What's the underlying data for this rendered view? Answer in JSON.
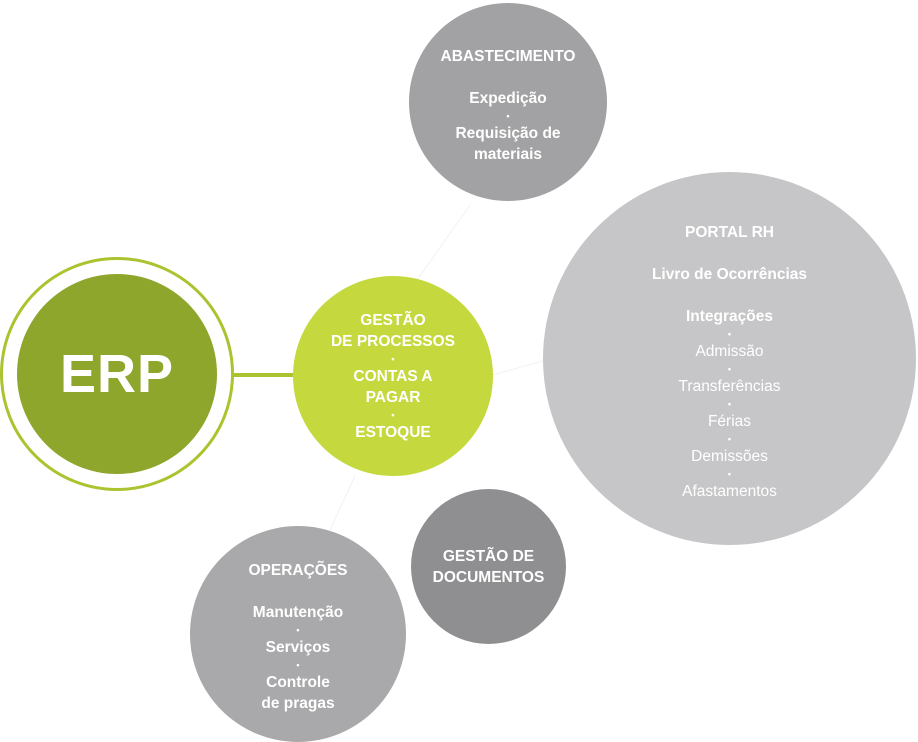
{
  "colors": {
    "erp_ring": "#a9c42f",
    "erp_fill": "#8da62b",
    "center_fill": "#c5d93f",
    "abastecimento_fill": "#a2a2a4",
    "portal_fill": "#c6c6c8",
    "documentos_fill": "#8f8f91",
    "operacoes_fill": "#a9a9ab",
    "text": "#ffffff"
  },
  "erp": {
    "label": "ERP"
  },
  "center": {
    "line1": "GESTÃO",
    "line2": "DE PROCESSOS",
    "line3": "CONTAS A",
    "line4": "PAGAR",
    "line5": "ESTOQUE",
    "bullet": "•"
  },
  "abastecimento": {
    "title": "ABASTECIMENTO",
    "item1": "Expedição",
    "item2_line1": "Requisição de",
    "item2_line2": "materiais",
    "bullet": "•"
  },
  "portal_rh": {
    "title": "PORTAL RH",
    "livro": "Livro de Ocorrências",
    "integracoes": "Integrações",
    "items": [
      "Admissão",
      "Transferências",
      "Férias",
      "Demissões",
      "Afastamentos"
    ],
    "bullet": "•"
  },
  "documentos": {
    "line1": "GESTÃO DE",
    "line2": "DOCUMENTOS"
  },
  "operacoes": {
    "title": "OPERAÇÕES",
    "item1": "Manutenção",
    "item2": "Serviços",
    "item3_line1": "Controle",
    "item3_line2": "de pragas",
    "bullet": "•"
  }
}
